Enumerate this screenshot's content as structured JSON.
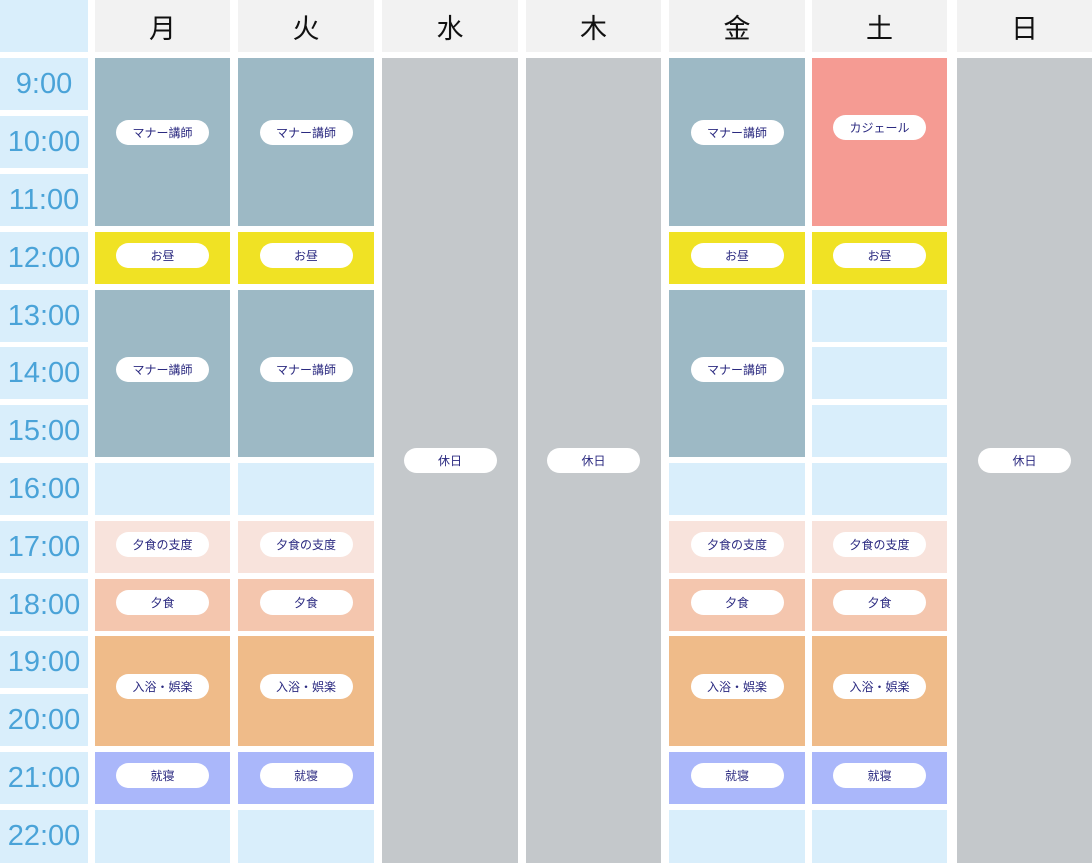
{
  "schedule": {
    "days": [
      "月",
      "火",
      "水",
      "木",
      "金",
      "土",
      "日"
    ],
    "times": [
      "9:00",
      "10:00",
      "11:00",
      "12:00",
      "13:00",
      "14:00",
      "15:00",
      "16:00",
      "17:00",
      "18:00",
      "19:00",
      "20:00",
      "21:00",
      "22:00"
    ],
    "colors": {
      "header_bg": "#f2f2f2",
      "time_bg": "#d9eefb",
      "time_text": "#4aa3d8",
      "empty_slot": "#d9eefb",
      "manner": "#9db9c5",
      "kajeel": "#f59b93",
      "lunch": "#f0e224",
      "holiday": "#c4c8cb",
      "dinner_prep": "#f8e3dc",
      "dinner": "#f4c6ae",
      "bath": "#efbb89",
      "sleep": "#aab7fa",
      "pill_text": "#2b2a80"
    },
    "events": {
      "mon": [
        {
          "label": "マナー講師",
          "start": 0,
          "span": 3,
          "color": "manner"
        },
        {
          "label": "お昼",
          "start": 3,
          "span": 1,
          "color": "lunch"
        },
        {
          "label": "マナー講師",
          "start": 4,
          "span": 3,
          "color": "manner"
        },
        {
          "label": "夕食の支度",
          "start": 8,
          "span": 1,
          "color": "dinner_prep"
        },
        {
          "label": "夕食",
          "start": 9,
          "span": 1,
          "color": "dinner"
        },
        {
          "label": "入浴・娯楽",
          "start": 10,
          "span": 2,
          "color": "bath"
        },
        {
          "label": "就寝",
          "start": 12,
          "span": 1,
          "color": "sleep"
        }
      ],
      "tue": [
        {
          "label": "マナー講師",
          "start": 0,
          "span": 3,
          "color": "manner"
        },
        {
          "label": "お昼",
          "start": 3,
          "span": 1,
          "color": "lunch"
        },
        {
          "label": "マナー講師",
          "start": 4,
          "span": 3,
          "color": "manner"
        },
        {
          "label": "夕食の支度",
          "start": 8,
          "span": 1,
          "color": "dinner_prep"
        },
        {
          "label": "夕食",
          "start": 9,
          "span": 1,
          "color": "dinner"
        },
        {
          "label": "入浴・娯楽",
          "start": 10,
          "span": 2,
          "color": "bath"
        },
        {
          "label": "就寝",
          "start": 12,
          "span": 1,
          "color": "sleep"
        }
      ],
      "wed": [
        {
          "label": "休日",
          "start": 0,
          "span": 14,
          "color": "holiday"
        }
      ],
      "thu": [
        {
          "label": "休日",
          "start": 0,
          "span": 14,
          "color": "holiday"
        }
      ],
      "fri": [
        {
          "label": "マナー講師",
          "start": 0,
          "span": 3,
          "color": "manner"
        },
        {
          "label": "お昼",
          "start": 3,
          "span": 1,
          "color": "lunch"
        },
        {
          "label": "マナー講師",
          "start": 4,
          "span": 3,
          "color": "manner"
        },
        {
          "label": "夕食の支度",
          "start": 8,
          "span": 1,
          "color": "dinner_prep"
        },
        {
          "label": "夕食",
          "start": 9,
          "span": 1,
          "color": "dinner"
        },
        {
          "label": "入浴・娯楽",
          "start": 10,
          "span": 2,
          "color": "bath"
        },
        {
          "label": "就寝",
          "start": 12,
          "span": 1,
          "color": "sleep"
        }
      ],
      "sat": [
        {
          "label": "カジェール",
          "start": 0,
          "span": 3,
          "color": "kajeel"
        },
        {
          "label": "お昼",
          "start": 3,
          "span": 1,
          "color": "lunch"
        },
        {
          "label": "夕食の支度",
          "start": 8,
          "span": 1,
          "color": "dinner_prep"
        },
        {
          "label": "夕食",
          "start": 9,
          "span": 1,
          "color": "dinner"
        },
        {
          "label": "入浴・娯楽",
          "start": 10,
          "span": 2,
          "color": "bath"
        },
        {
          "label": "就寝",
          "start": 12,
          "span": 1,
          "color": "sleep"
        }
      ],
      "sun": [
        {
          "label": "休日",
          "start": 0,
          "span": 14,
          "color": "holiday"
        }
      ]
    }
  }
}
